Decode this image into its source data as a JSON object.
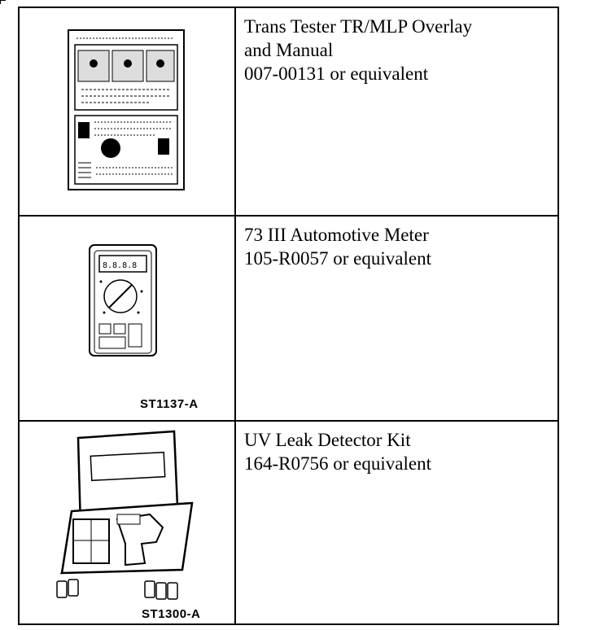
{
  "rows": [
    {
      "lines": [
        "Trans Tester TR/MLP Overlay",
        "and Manual",
        "007-00131 or equivalent"
      ],
      "illustration": "overlay-manual-icon",
      "caption": ""
    },
    {
      "lines": [
        "73 III Automotive Meter",
        "105-R0057 or equivalent"
      ],
      "illustration": "multimeter-icon",
      "caption": "ST1137-A"
    },
    {
      "lines": [
        "UV Leak Detector Kit",
        "164-R0756 or equivalent"
      ],
      "illustration": "leak-detector-kit-icon",
      "caption": "ST1300-A"
    }
  ]
}
